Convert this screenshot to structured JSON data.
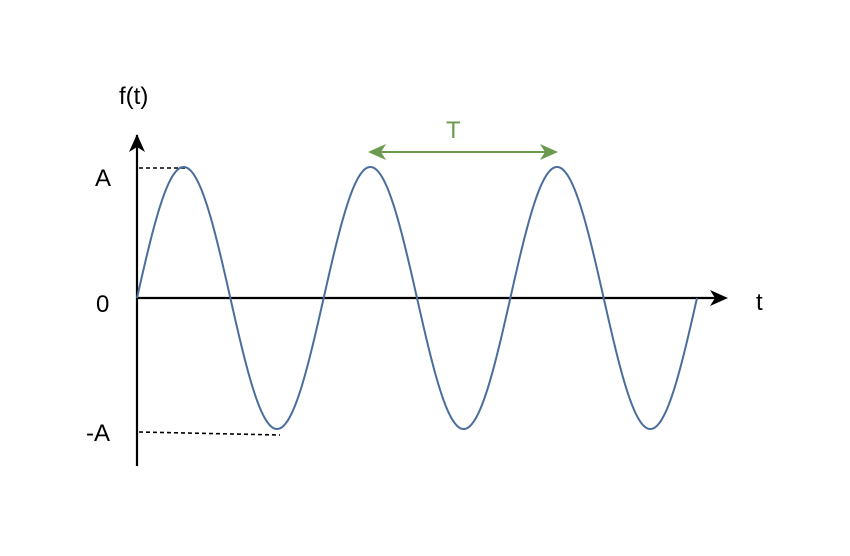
{
  "diagram": {
    "y_axis_label": "f(t)",
    "x_axis_label": "t",
    "tick_labels": {
      "top": "A",
      "zero": "0",
      "bottom": "-A"
    },
    "period_label": "T",
    "colors": {
      "axis": "#000000",
      "wave": "#4a6d9c",
      "period_arrow": "#6a9a50",
      "guide": "#000000"
    },
    "wave": {
      "cycles": 3,
      "function": "sine"
    }
  }
}
